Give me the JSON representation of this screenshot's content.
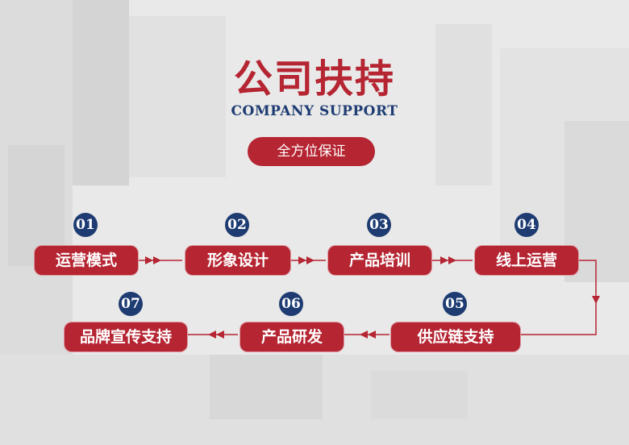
{
  "header": {
    "title": "公司扶持",
    "subtitle": "COMPANY SUPPORT",
    "badge": "全方位保证"
  },
  "steps": [
    {
      "num": "01",
      "label": "运营模式"
    },
    {
      "num": "02",
      "label": "形象设计"
    },
    {
      "num": "03",
      "label": "产品培训"
    },
    {
      "num": "04",
      "label": "线上运营"
    },
    {
      "num": "05",
      "label": "供应链支持"
    },
    {
      "num": "06",
      "label": "产品研发"
    },
    {
      "num": "07",
      "label": "品牌宣传支持"
    }
  ],
  "colors": {
    "accent": "#b52532",
    "number_circle": "#1e3c72"
  }
}
